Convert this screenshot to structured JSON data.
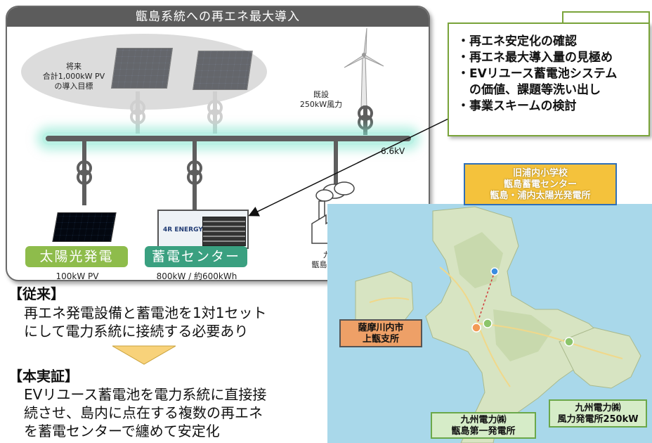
{
  "diagram": {
    "title": "甑島系統への再エネ最大導入",
    "future_pv": [
      "将来",
      "合計1,000kW PV",
      "の導入目標"
    ],
    "existing_wind": [
      "既設",
      "250kW風力"
    ],
    "voltage": "6.6kV",
    "solar_label": "太陽光発電",
    "solar_caption": "100kW PV",
    "storage_label": "蓄電センター",
    "storage_caption": "800kW / 約600kWh",
    "storage_brand": "4R ENERGY",
    "plant_caption": [
      "九州電力",
      "甑島第一発電所"
    ],
    "colors": {
      "label_green": "#8ebc4b",
      "storage_green": "#3aa080",
      "bus_glow": "#82e6cd",
      "box_border": "#7aa43a"
    }
  },
  "goals": [
    "・再エネ安定化の確認",
    "・再エネ最大導入量の見極め",
    "・EVリユース蓄電池システム",
    "　の価値、課題等洗い出し",
    "・事業スキームの検討"
  ],
  "conventional": {
    "heading": "【従来】",
    "lines": [
      "再エネ発電設備と蓄電池を1対1セット",
      "にして電力系統に接続する必要あり"
    ]
  },
  "demonstration": {
    "heading": "【本実証】",
    "lines": [
      "EVリユース蓄電池を電力系統に直接接",
      "続させ、島内に点在する複数の再エネ",
      "を蓄電センターで纏めて安定化"
    ]
  },
  "map": {
    "site_label": [
      "旧浦内小学校",
      "甑島蓄電センター",
      "甑島・浦内太陽光発電所"
    ],
    "city_label": [
      "薩摩川内市",
      "上甑支所"
    ],
    "plant_label": [
      "九州電力㈱",
      "甑島第一発電所"
    ],
    "wind_label": [
      "九州電力㈱",
      "風力発電所250kW"
    ]
  }
}
